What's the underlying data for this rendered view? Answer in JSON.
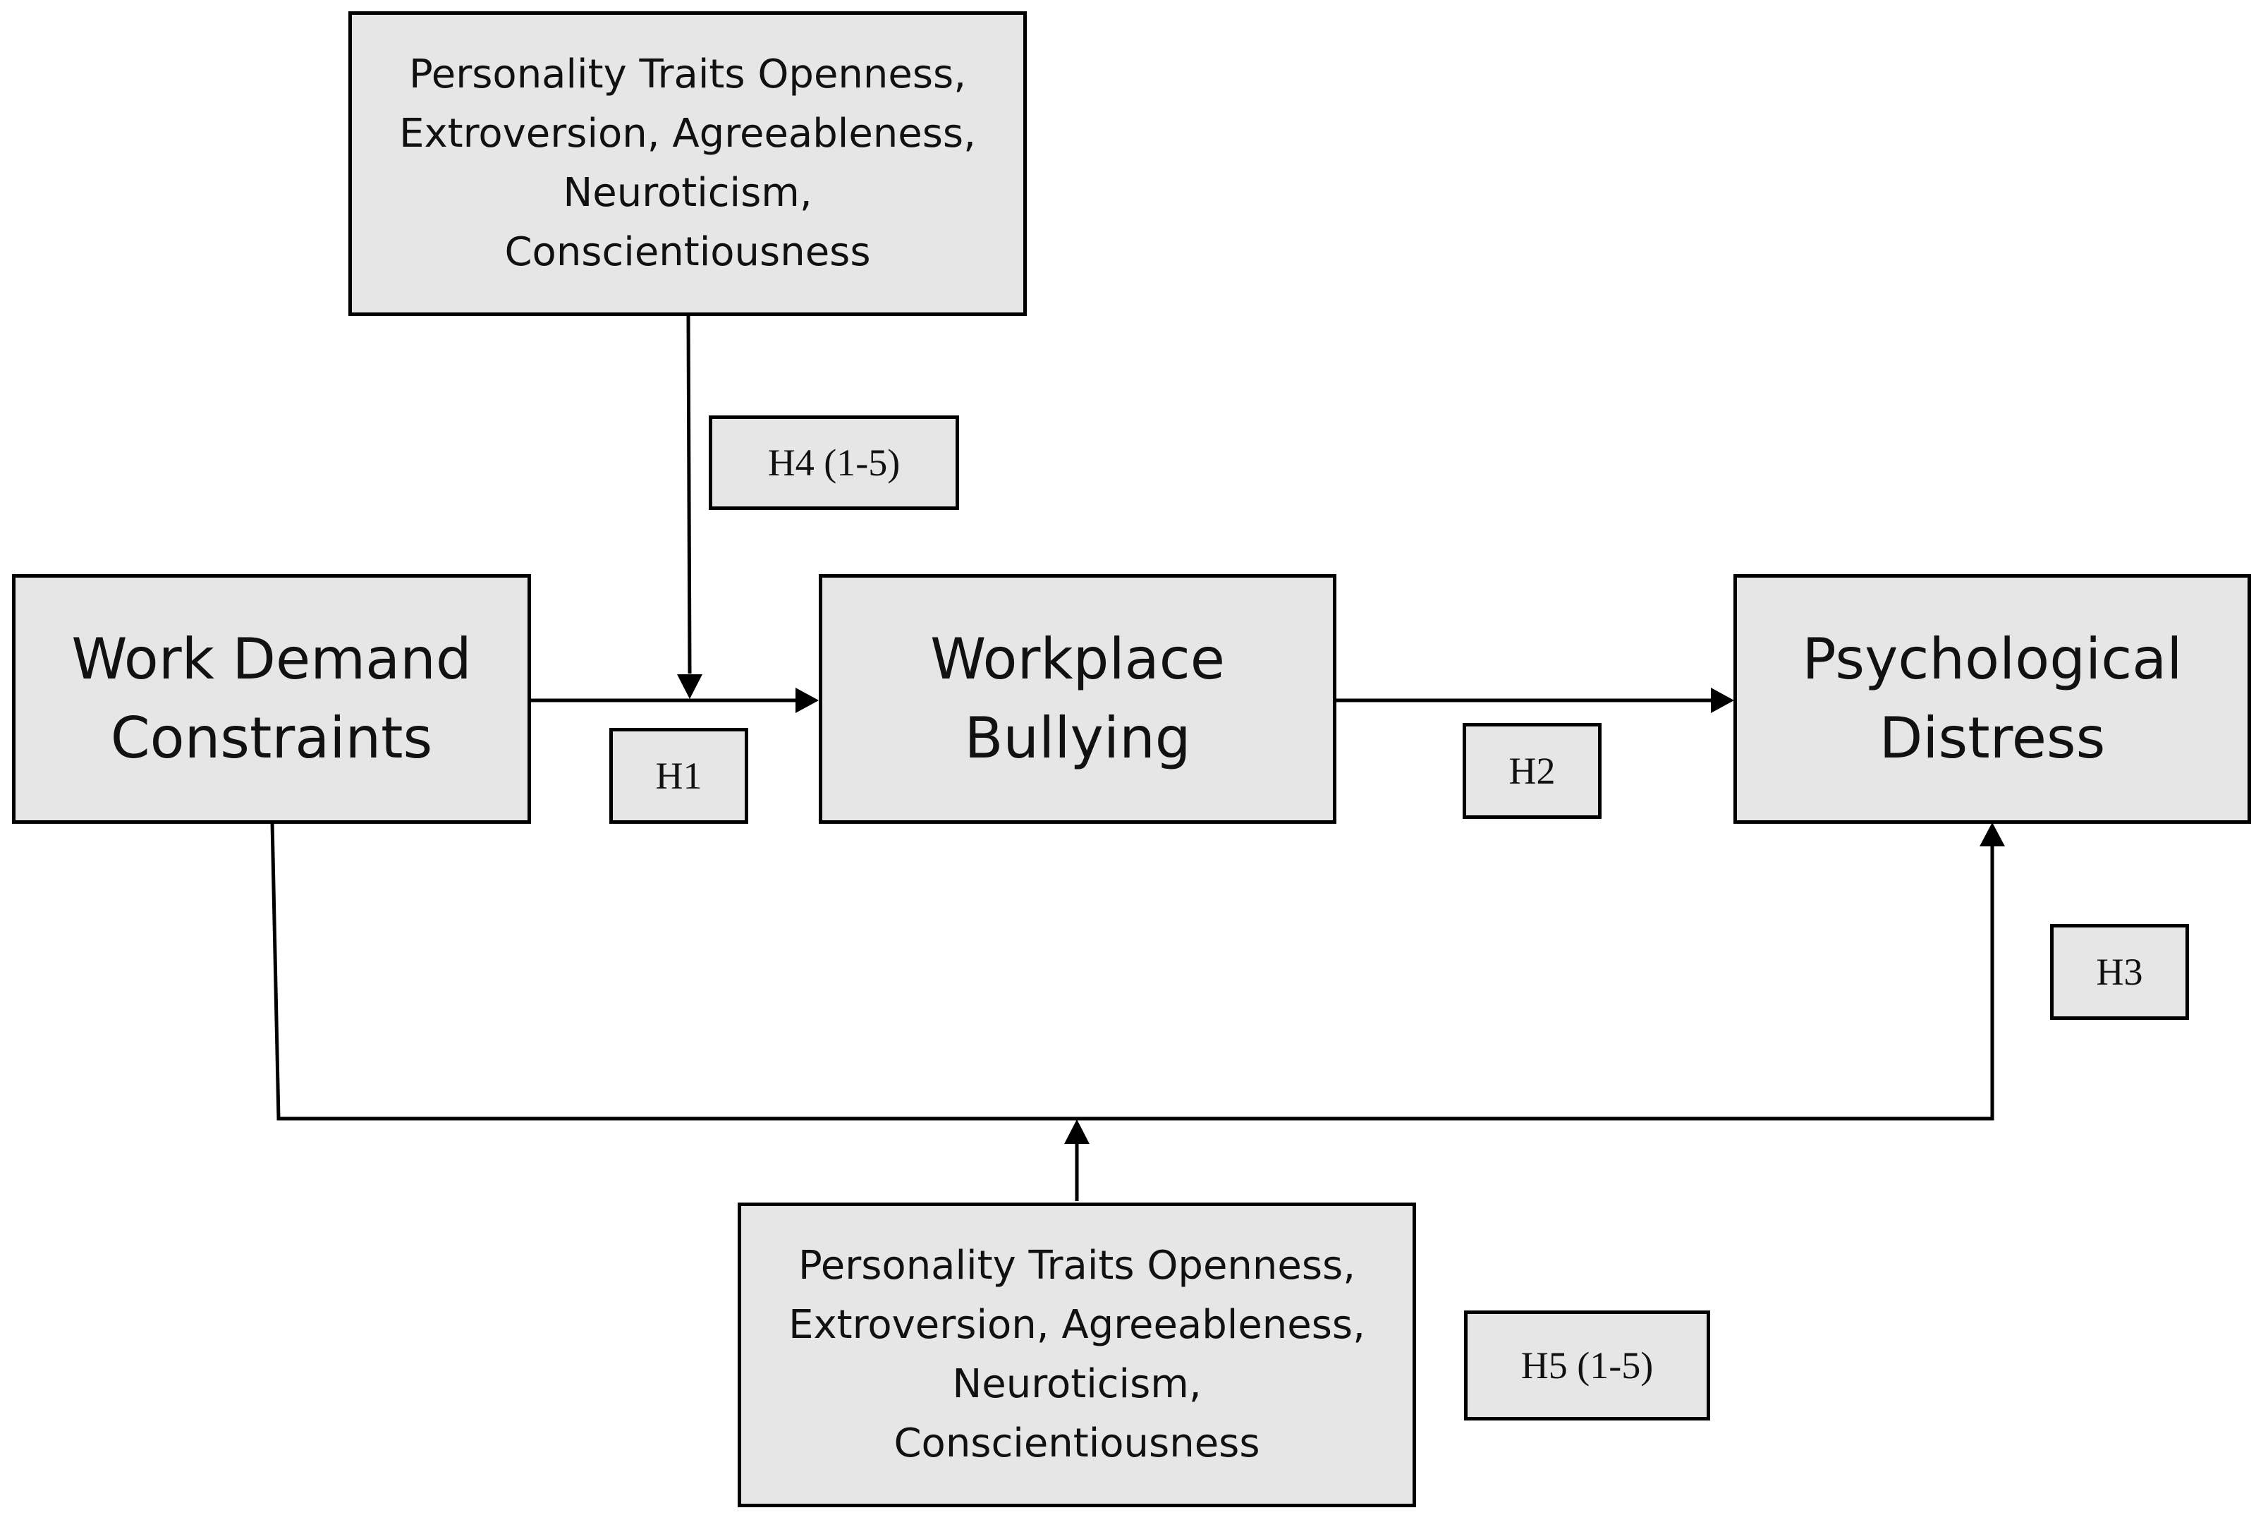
{
  "diagram": {
    "nodes": {
      "traits_top": {
        "lines": [
          "Personality Traits Openness,",
          "Extroversion, Agreeableness,",
          "Neuroticism,",
          "Conscientiousness"
        ]
      },
      "work_demand": {
        "lines": [
          "Work Demand",
          "Constraints"
        ]
      },
      "bullying": {
        "lines": [
          "Workplace",
          "Bullying"
        ]
      },
      "distress": {
        "lines": [
          "Psychological",
          "Distress"
        ]
      },
      "traits_bottom": {
        "lines": [
          "Personality Traits Openness,",
          "Extroversion, Agreeableness,",
          "Neuroticism,",
          "Conscientiousness"
        ]
      }
    },
    "hypotheses": {
      "h1": "H1",
      "h2": "H2",
      "h3": "H3",
      "h4": "H4 (1-5)",
      "h5": "H5 (1-5)"
    },
    "edges": [
      {
        "from": "work_demand",
        "to": "bullying",
        "label": "H1"
      },
      {
        "from": "bullying",
        "to": "distress",
        "label": "H2"
      },
      {
        "from": "work_demand",
        "to": "distress",
        "label": "H3"
      },
      {
        "from": "traits_top",
        "to": "edge-h1",
        "label": "H4 (1-5)"
      },
      {
        "from": "traits_bottom",
        "to": "edge-h3",
        "label": "H5 (1-5)"
      }
    ]
  }
}
